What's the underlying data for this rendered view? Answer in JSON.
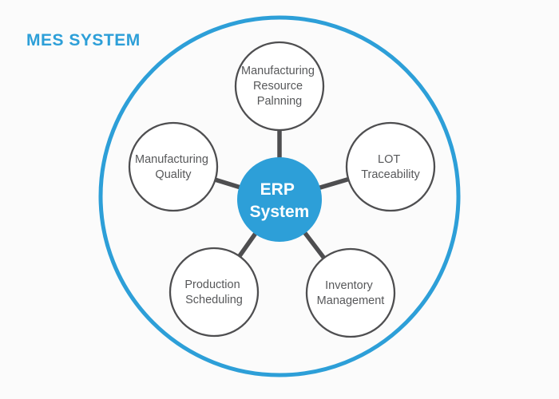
{
  "title": "MES SYSTEM",
  "colors": {
    "accent": "#2D9FD8",
    "boundary_stroke": "#2D9FD8",
    "connector": "#4E4E50",
    "node_stroke": "#4E4E50",
    "node_fill": "#FFFFFF",
    "node_text": "#57585A",
    "center_fill": "#2D9FD8",
    "center_text": "#FFFFFF",
    "background": "#FBFBFB"
  },
  "center_node": {
    "label": "ERP System",
    "lines": [
      "ERP",
      "System"
    ]
  },
  "nodes": [
    {
      "id": "manufacturing-resource-planning",
      "label": "Manufacturing Resource Palnning",
      "lines": [
        "Manufacturing",
        "Resource",
        "Palnning"
      ]
    },
    {
      "id": "lot-traceability",
      "label": "LOT Traceability",
      "lines": [
        "LOT",
        "Traceability"
      ]
    },
    {
      "id": "inventory-management",
      "label": "Inventory Management",
      "lines": [
        "Inventory",
        "Management"
      ]
    },
    {
      "id": "production-scheduling",
      "label": "Production Scheduling",
      "lines": [
        "Production",
        "Scheduling"
      ]
    },
    {
      "id": "manufacturing-quality",
      "label": "Manufacturing Quality",
      "lines": [
        "Manufacturing",
        "Quality"
      ]
    }
  ]
}
